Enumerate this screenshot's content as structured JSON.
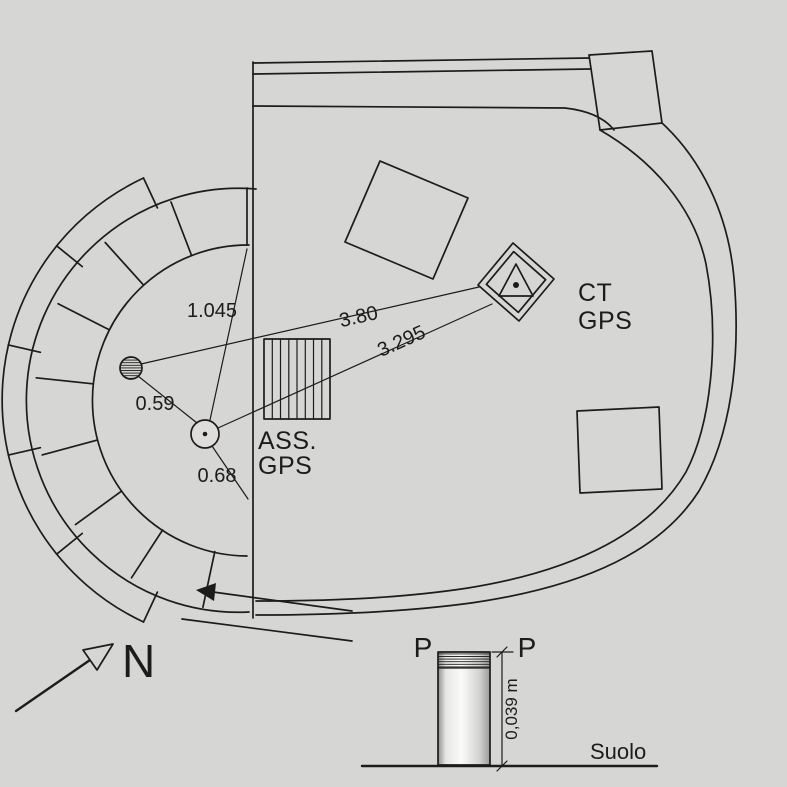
{
  "colors": {
    "background": "#d6d6d4",
    "ink": "#1c1c1c"
  },
  "plan": {
    "measurements": {
      "ass_to_top_wall": "1.045",
      "aux_to_ct": "3.80",
      "ass_to_ct": "3.295",
      "aux_to_ass": "0.59",
      "ass_to_bottom_wall": "0.68"
    },
    "station_ass": {
      "line1": "ASS.",
      "line2": "GPS"
    },
    "station_ct": {
      "line1": "CT",
      "line2": "GPS"
    },
    "north_label": "N"
  },
  "detail": {
    "section_label_left": "P",
    "section_label_right": "P",
    "pillar_height": "0,039 m",
    "ground_label": "Suolo"
  }
}
